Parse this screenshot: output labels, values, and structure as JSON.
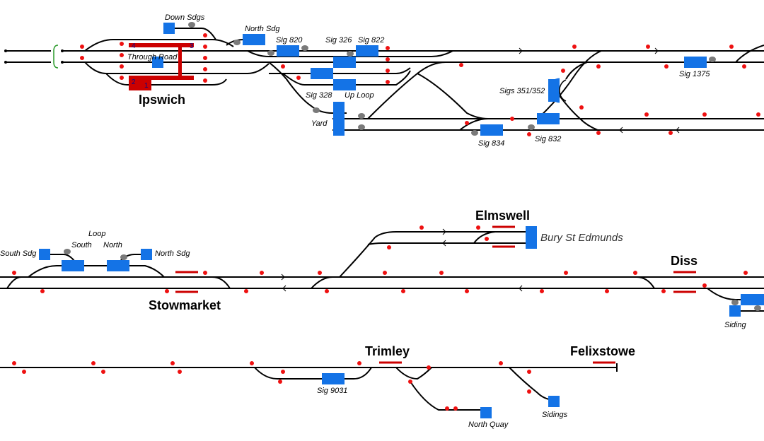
{
  "stations": {
    "ipswich": "Ipswich",
    "stowmarket": "Stowmarket",
    "elmswell": "Elmswell",
    "diss": "Diss",
    "trimley": "Trimley",
    "felixstowe": "Felixstowe"
  },
  "labels": {
    "down_sdgs": "Down Sdgs",
    "through_road": "Through Road",
    "north_sdg_top": "North Sdg",
    "sig_820": "Sig 820",
    "sig_326": "Sig 326",
    "sig_822": "Sig 822",
    "sig_328": "Sig 328",
    "up_loop": "Up Loop",
    "yard": "Yard",
    "sig_834": "Sig 834",
    "sig_832": "Sig 832",
    "sigs_351_352": "Sigs 351/352",
    "sig_1375": "Sig 1375",
    "south_sdg": "South Sdg",
    "loop": "Loop",
    "south": "South",
    "north": "North",
    "north_sdg_mid": "North Sdg",
    "bury": "Bury St Edmunds",
    "siding": "Siding",
    "sig_9031": "Sig 9031",
    "north_quay": "North Quay",
    "sidings": "Sidings"
  },
  "platform_numbers": [
    "4",
    "3",
    "2",
    "1"
  ],
  "colors": {
    "track": "#000000",
    "signal": "#ee1111",
    "block": "#1473e6",
    "platform": "#cc0000",
    "points": "#7a7a7a"
  }
}
